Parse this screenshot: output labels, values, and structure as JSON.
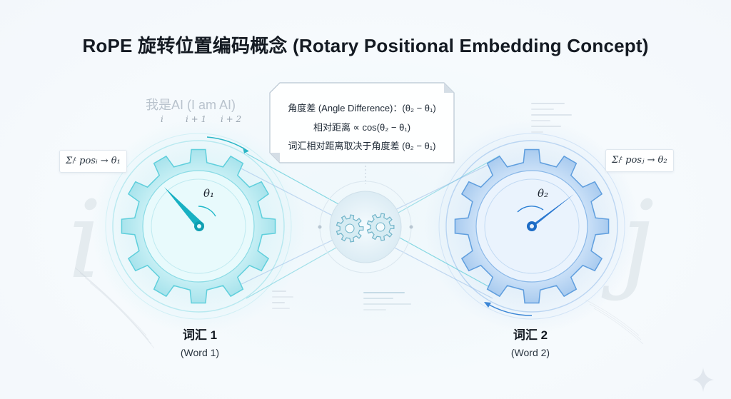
{
  "title": "RoPE 旋转位置编码概念 (Rotary Positional Embedding Concept)",
  "sentence": {
    "text": "我是AI (I am AI)",
    "indices": [
      "i",
      "i + 1",
      "i + 2"
    ]
  },
  "left_formula": "Σᵢᵗ posᵢ → θ₁",
  "right_formula": "Σᵢᵗ posⱼ → θ₂",
  "info_box": {
    "line1": "角度差 (Angle Difference)：(θ₂ − θ₁)",
    "line2": "相对距离 ∝ cos(θ₂ − θ₁)",
    "line3": "词汇相对距离取决于角度差 (θ₂ − θ₁)"
  },
  "left_gear": {
    "angle_label": "θ₁",
    "label_cn": "词汇 1",
    "label_en": "(Word 1)",
    "color": "#1fb8c9"
  },
  "right_gear": {
    "angle_label": "θ₂",
    "label_cn": "词汇 2",
    "label_en": "(Word 2)",
    "color": "#2a7fd4"
  },
  "ghost_letters": {
    "left": "i",
    "right": "j"
  }
}
